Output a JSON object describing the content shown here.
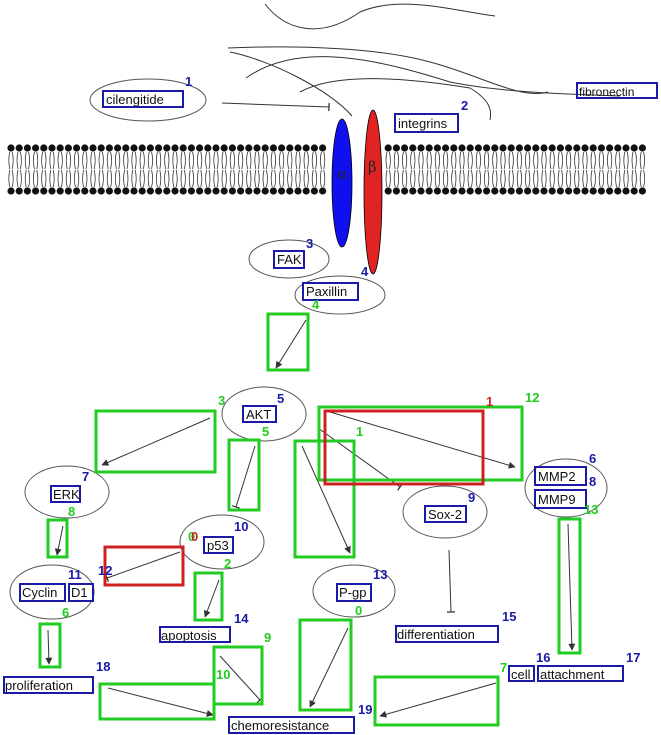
{
  "colors": {
    "node_box": "#1a1aa6",
    "node_number": "#1a1aa6",
    "edge_box": "#22cc22",
    "edge_number": "#22cc22",
    "highlight_box": "#cc2222",
    "highlight_number": "#cc2222",
    "alpha_integrin": "#1010ee",
    "beta_integrin": "#e02424",
    "ellipse_stroke": "#555555",
    "arrow": "#333333"
  },
  "nodes": [
    {
      "id": "cilengitide",
      "label": "cilengitide",
      "number": "1"
    },
    {
      "id": "integrins",
      "label": "integrins",
      "number": "2"
    },
    {
      "id": "fibronectin",
      "label": "fibronectin",
      "number": ""
    },
    {
      "id": "fak",
      "label": "FAK",
      "number": "3"
    },
    {
      "id": "paxillin",
      "label": "Paxillin",
      "number": "4"
    },
    {
      "id": "akt",
      "label": "AKT",
      "number": "5"
    },
    {
      "id": "mmp2",
      "label": "MMP2",
      "number": "6"
    },
    {
      "id": "erk",
      "label": "ERK",
      "number": "7"
    },
    {
      "id": "mmp9",
      "label": "MMP9",
      "number": "8"
    },
    {
      "id": "sox2",
      "label": "Sox-2",
      "number": "9"
    },
    {
      "id": "p53",
      "label": "p53",
      "number": "10"
    },
    {
      "id": "cyclin",
      "label": "Cyclin",
      "number": "11"
    },
    {
      "id": "d1",
      "label": "D1",
      "number": "12"
    },
    {
      "id": "pgp",
      "label": "P-gp",
      "number": "13"
    },
    {
      "id": "apoptosis",
      "label": "apoptosis",
      "number": "14"
    },
    {
      "id": "differentiation",
      "label": "differentiation",
      "number": "15"
    },
    {
      "id": "cell",
      "label": "cell",
      "number": "16"
    },
    {
      "id": "attachment",
      "label": "attachment",
      "number": "17"
    },
    {
      "id": "proliferation",
      "label": "proliferation",
      "number": "18"
    },
    {
      "id": "chemoresistance",
      "label": "chemoresistance",
      "number": "19"
    }
  ],
  "integrin_subunits": {
    "alpha": "α",
    "beta": "β"
  },
  "edge_numbers": [
    "4",
    "3",
    "5",
    "1",
    "12",
    "8",
    "2",
    "0",
    "13",
    "6",
    "9",
    "10",
    "7",
    "0"
  ],
  "highlight_numbers": [
    "1",
    "0"
  ]
}
